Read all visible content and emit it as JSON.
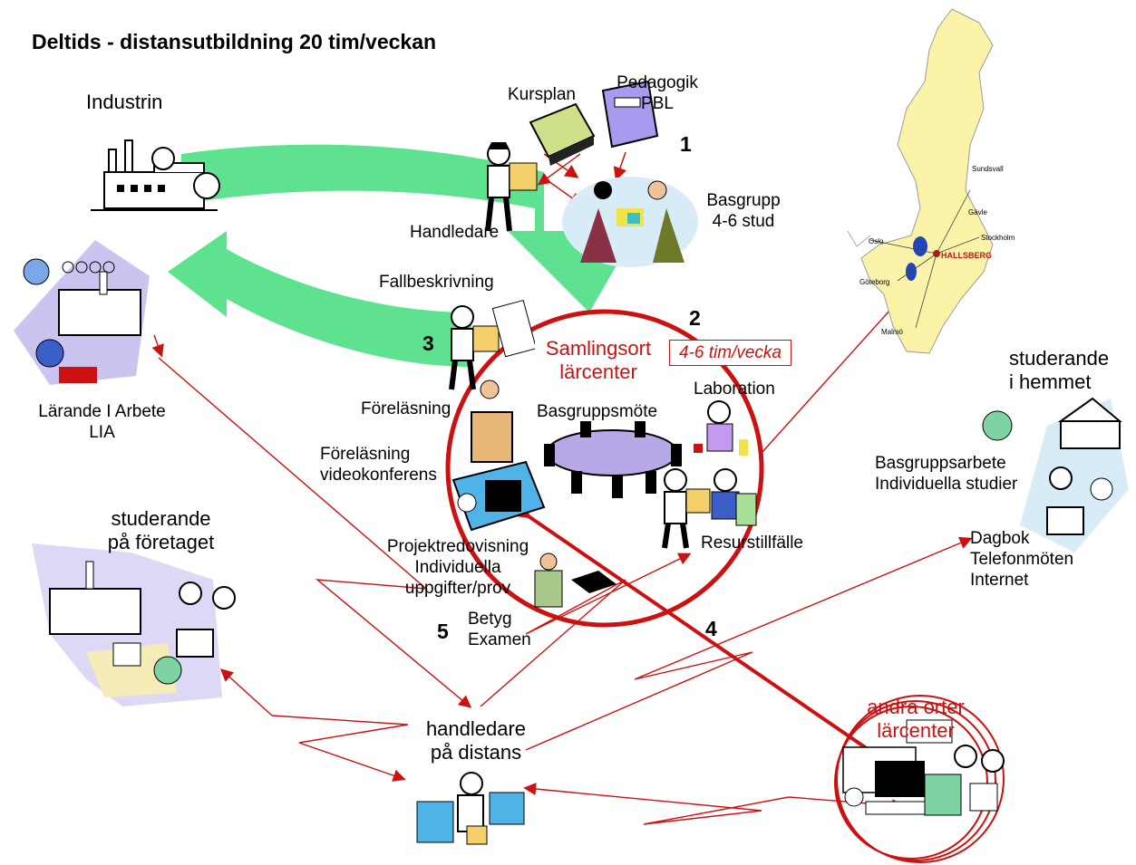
{
  "title": "Deltids - distansutbildning 20 tim/veckan",
  "labels": {
    "industrin": "Industrin",
    "kursplan": "Kursplan",
    "pedagogik": "Pedagogik",
    "pbl": "PBL",
    "handledare": "Handledare",
    "basgrupp": "Basgrupp",
    "basgrupp_size": "4-6 stud",
    "fallbeskrivning": "Fallbeskrivning",
    "samlingsort": "Samlingsort",
    "larcenter": "lärcenter",
    "tim_vecka": "4-6 tim/vecka",
    "laboration": "Laboration",
    "forelasning": "Föreläsning",
    "basgruppsmote": "Basgruppsmöte",
    "forelasning_video_1": "Föreläsning",
    "forelasning_video_2": "videokonferens",
    "larande_1": "Lärande I Arbete",
    "larande_2": "LIA",
    "studerande_foretag_1": "studerande",
    "studerande_foretag_2": "på företaget",
    "projektredovisning": "Projektredovisning",
    "individuella": "Individuella",
    "uppgifter": "uppgifter/prov",
    "betyg": "Betyg",
    "examen": "Examen",
    "resurstillfalle": "Resurstillfälle",
    "studerande_hemmet_1": "studerande",
    "studerande_hemmet_2": "i hemmet",
    "basgruppsarbete": "Basgruppsarbete",
    "individuella_studier": "Individuella studier",
    "dagbok": "Dagbok",
    "telefonmoten": "Telefonmöten",
    "internet": "Internet",
    "handledare_distans_1": "handledare",
    "handledare_distans_2": "på distans",
    "andra_orter": "andra orter",
    "andra_larcenter": "lärcenter"
  },
  "step_numbers": {
    "n1": "1",
    "n2": "2",
    "n3": "3",
    "n4": "4",
    "n5": "5"
  },
  "map": {
    "cities": {
      "sundsvall": "Sundsvall",
      "gavle": "Gävle",
      "stockholm": "Stockholm",
      "oslo": "Oslo",
      "goteborg": "Göteborg",
      "malmo": "Malmö",
      "hallsberg": "HALLSBERG"
    }
  },
  "colors": {
    "flow_arrow": "#5ee28f",
    "connector": "#cc1111",
    "circle": "#cc1111",
    "map_fill": "#fbf3a8"
  },
  "icons": [
    "factory-icon",
    "worker-icon",
    "book-icon",
    "notebook-icon",
    "meeting-icon",
    "computer-icon",
    "telephone-icon",
    "house-icon",
    "clock-icon",
    "graduation-icon"
  ]
}
